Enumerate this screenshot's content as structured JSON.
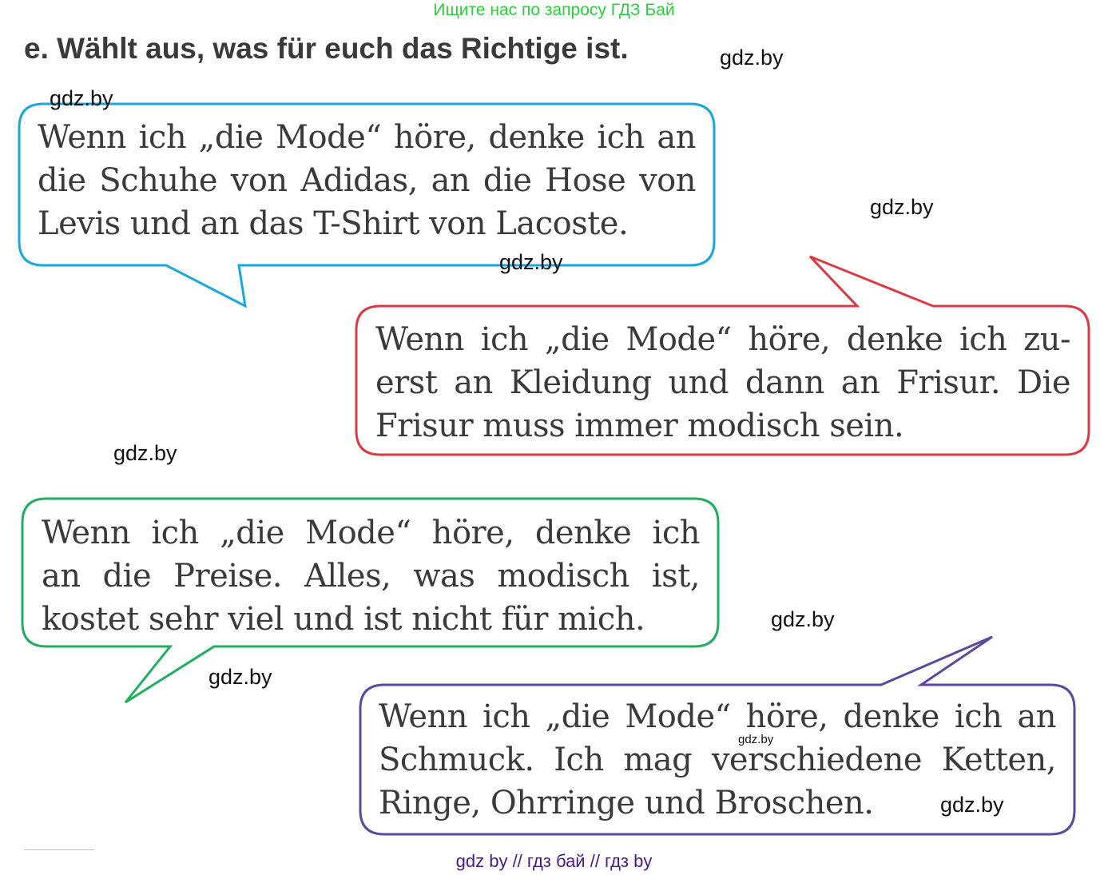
{
  "banner": {
    "text": "Ищите нас по запросу ГДЗ Бай",
    "color": "#2ecc40"
  },
  "heading": {
    "text": "e. Wählt aus, was für euch das Richtige ist."
  },
  "bubbles": [
    {
      "color": "#1aa7dd",
      "lines": [
        "Wenn ich „die Mode“ höre, denke ich an",
        "die Schuhe von Adidas, an die Hose von",
        "Levis und an das T-Shirt von Lacoste."
      ]
    },
    {
      "color": "#d93a44",
      "lines": [
        "Wenn ich „die Mode“ höre, denke ich zu-",
        "erst an Kleidung und dann an Frisur. Die",
        "Frisur muss immer modisch sein."
      ]
    },
    {
      "color": "#1fae62",
      "lines": [
        "Wenn ich „die Mode“ höre, denke ich",
        "an die Preise. Alles, was modisch ist,",
        "kostet sehr viel und ist nicht für mich."
      ]
    },
    {
      "color": "#5a4a9e",
      "lines": [
        "Wenn ich „die Mode“ höre, denke ich an",
        "Schmuck. Ich mag verschiedene Ketten,",
        "Ringe, Ohrringe und Broschen."
      ]
    }
  ],
  "watermarks": [
    "gdz.by",
    "gdz.by",
    "gdz.by",
    "gdz.by",
    "gdz.by",
    "gdz.by",
    "gdz.by",
    "gdz.by",
    "gdz.by"
  ],
  "footer": {
    "text": "gdz by  //  гдз бай  //  гдз by",
    "color": "#4b1a86"
  }
}
